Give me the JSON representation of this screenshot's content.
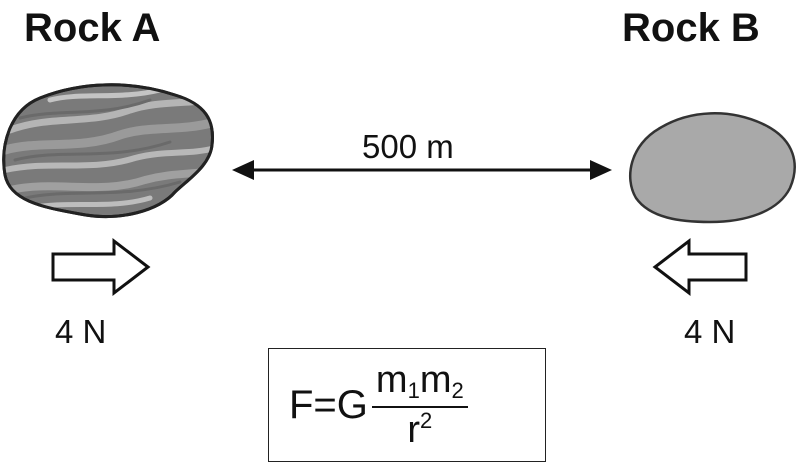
{
  "rock_a": {
    "title": "Rock A",
    "force_label": "4 N"
  },
  "rock_b": {
    "title": "Rock B",
    "force_label": "4 N"
  },
  "distance": {
    "label": "500 m"
  },
  "formula": {
    "lhs": "F=G",
    "m": "m",
    "sub1": "1",
    "sub2": "2",
    "r": "r",
    "exp": "2"
  },
  "colors": {
    "rock_a_fill": "#7a7a7a",
    "rock_b_fill": "#a9a9a9",
    "stroke": "#222222"
  }
}
